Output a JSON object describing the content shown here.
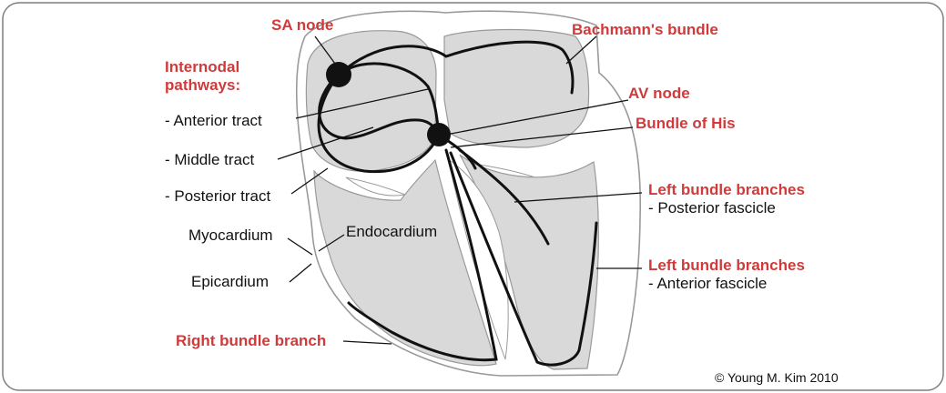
{
  "labels": {
    "sa_node": "SA node",
    "bachmanns_bundle": "Bachmann's bundle",
    "internodal_pathways_line1": "Internodal",
    "internodal_pathways_line2": "pathways:",
    "anterior_tract": "- Anterior tract",
    "middle_tract": "- Middle tract",
    "posterior_tract": "- Posterior tract",
    "av_node": "AV node",
    "bundle_of_his": "Bundle of His",
    "left_bundle_posterior_title": "Left bundle branches",
    "left_bundle_posterior_sub": "- Posterior fascicle",
    "left_bundle_anterior_title": "Left bundle branches",
    "left_bundle_anterior_sub": "- Anterior fascicle",
    "myocardium": "Myocardium",
    "endocardium": "Endocardium",
    "epicardium": "Epicardium",
    "right_bundle_branch": "Right bundle branch",
    "copyright": "© Young M. Kim 2010"
  },
  "colors": {
    "label_accent": "#d03a3a",
    "chamber_fill": "#d9d9d9",
    "outline": "#9a9a9a",
    "pathway": "#111111"
  }
}
